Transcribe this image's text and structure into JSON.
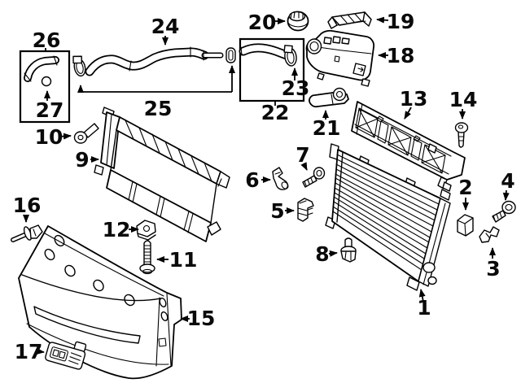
{
  "page": {
    "background": "#ffffff",
    "ink": "#000000"
  },
  "parts": {
    "p1": "radiator",
    "p2": "radiator-cushion",
    "p3": "bracket-clip",
    "p4": "mount-screw",
    "p5": "retainer-clip",
    "p6": "temperature-sensor",
    "p7": "sensor-screw",
    "p8": "mount-bolt",
    "p9": "radiator-support-panel",
    "p10": "support-bolt",
    "p11": "long-screw",
    "p12": "retainer-plate",
    "p13": "grille-shutter-panel",
    "p14": "shutter-bolt",
    "p15": "air-deflector-panel",
    "p16": "push-pin-clip",
    "p17": "latch-striker",
    "p18": "coolant-reservoir",
    "p19": "reservoir-bracket",
    "p20": "reservoir-cap",
    "p21": "sensor-tube",
    "p22": "hose-kit-box",
    "p23": "lower-hose",
    "p24": "upper-hose",
    "p25": "hose-clamp-set",
    "p26": "hose-kit-box",
    "p27": "o-ring"
  },
  "callouts": {
    "n1": "1",
    "n2": "2",
    "n3": "3",
    "n4": "4",
    "n5": "5",
    "n6": "6",
    "n7": "7",
    "n8": "8",
    "n9": "9",
    "n10": "10",
    "n11": "11",
    "n12": "12",
    "n13": "13",
    "n14": "14",
    "n15": "15",
    "n16": "16",
    "n17": "17",
    "n18": "18",
    "n19": "19",
    "n20": "20",
    "n21": "21",
    "n22": "22",
    "n23": "23",
    "n24": "24",
    "n25": "25",
    "n26": "26",
    "n27": "27"
  }
}
